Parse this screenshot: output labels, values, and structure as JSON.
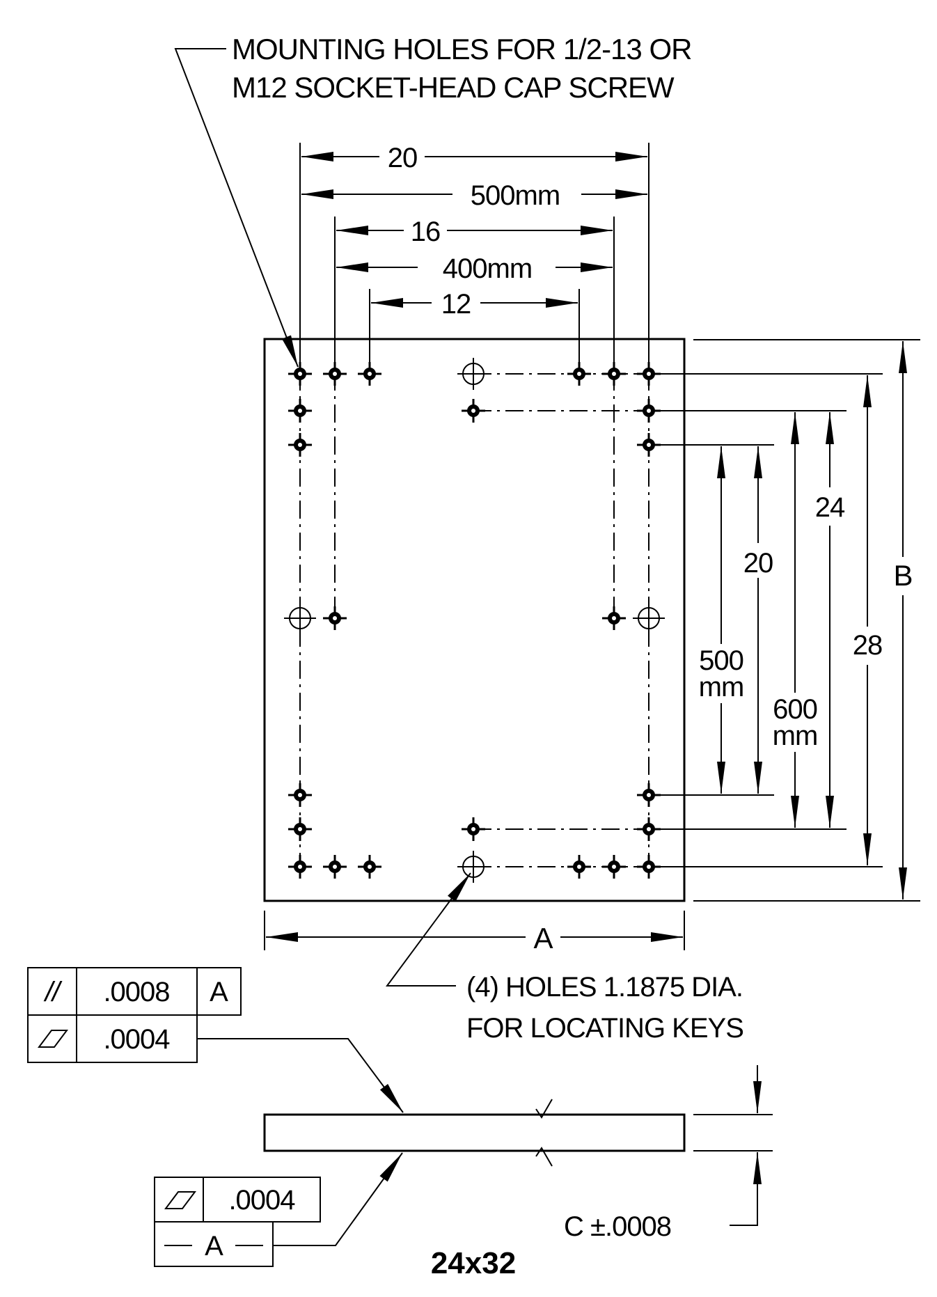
{
  "notes": {
    "mounting_holes_line1": "MOUNTING HOLES FOR 1/2-13 OR",
    "mounting_holes_line2": "M12 SOCKET-HEAD CAP SCREW",
    "locating_holes_line1": "(4) HOLES 1.1875 DIA.",
    "locating_holes_line2": "FOR LOCATING KEYS"
  },
  "horizontal_dims": {
    "d20": "20",
    "d500mm": "500mm",
    "d16": "16",
    "d400mm": "400mm",
    "d12": "12",
    "a": "A"
  },
  "vertical_dims": {
    "d24": "24",
    "d20": "20",
    "d500_line1": "500",
    "d500_line2": "mm",
    "d600_line1": "600",
    "d600_line2": "mm",
    "d28": "28",
    "b": "B"
  },
  "tolerances": {
    "parallelism_symbol": "//",
    "parallelism_value": ".0008",
    "parallelism_datum": "A",
    "flatness_top_value": ".0004",
    "flatness_bottom_value": ".0004",
    "datum_label": "A",
    "thickness": "C  ±.0008"
  },
  "size_label": "24x32"
}
